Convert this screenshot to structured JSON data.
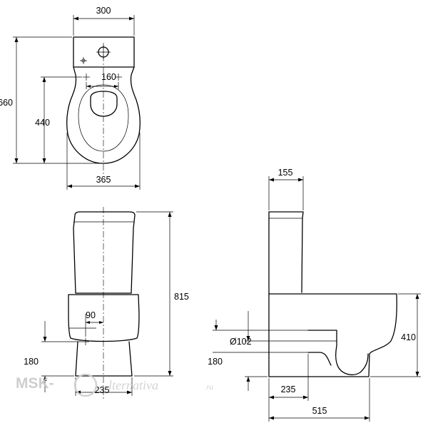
{
  "dimensions": {
    "top_width": "300",
    "top_fixing": "160",
    "top_depth_total": "660",
    "top_depth_bowl": "440",
    "top_bowl_width": "365",
    "front_height": "815",
    "front_offset": "90",
    "front_outlet_height": "180",
    "front_base_width": "235",
    "side_tank_depth": "155",
    "side_outlet_diameter": "Ø102",
    "side_bowl_height": "410",
    "side_outlet_height": "180",
    "side_base_width": "235",
    "side_total_depth": "515"
  },
  "watermark": {
    "brand": "MSK-",
    "script": "lternativa",
    "suffix": ".ru"
  }
}
